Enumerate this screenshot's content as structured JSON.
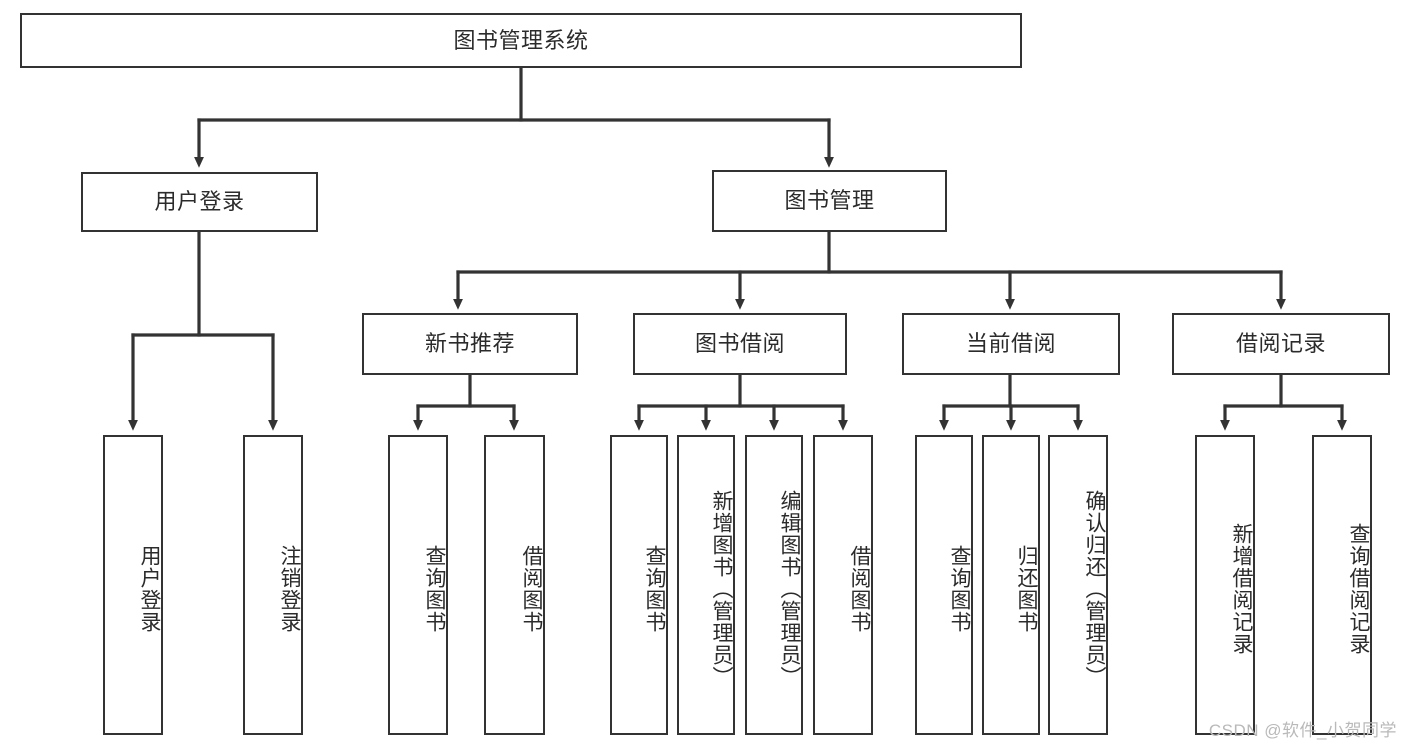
{
  "diagram": {
    "title": "图书管理系统",
    "type": "tree",
    "edge_color": "#333333",
    "node_border_color": "#333333",
    "node_fill_color": "#ffffff",
    "text_color": "#2b2b2b",
    "root": {
      "label": "图书管理系统"
    },
    "level2": [
      {
        "label": "用户登录"
      },
      {
        "label": "图书管理"
      }
    ],
    "level3": [
      {
        "label": "新书推荐"
      },
      {
        "label": "图书借阅"
      },
      {
        "label": "当前借阅"
      },
      {
        "label": "借阅记录"
      }
    ],
    "leaves": {
      "user_login": [
        {
          "label": "用户登录"
        },
        {
          "label": "注销登录"
        }
      ],
      "new_book_recommend": [
        {
          "label": "查询图书"
        },
        {
          "label": "借阅图书"
        }
      ],
      "book_borrow": [
        {
          "label": "查询图书"
        },
        {
          "label": "新增图书（管理员）"
        },
        {
          "label": "编辑图书（管理员）"
        },
        {
          "label": "借阅图书"
        }
      ],
      "current_borrow": [
        {
          "label": "查询图书"
        },
        {
          "label": "归还图书"
        },
        {
          "label": "确认归还（管理员）"
        }
      ],
      "borrow_record": [
        {
          "label": "新增借阅记录"
        },
        {
          "label": "查询借阅记录"
        }
      ]
    }
  },
  "watermark": {
    "text": "CSDN @软件_小贺同学"
  }
}
